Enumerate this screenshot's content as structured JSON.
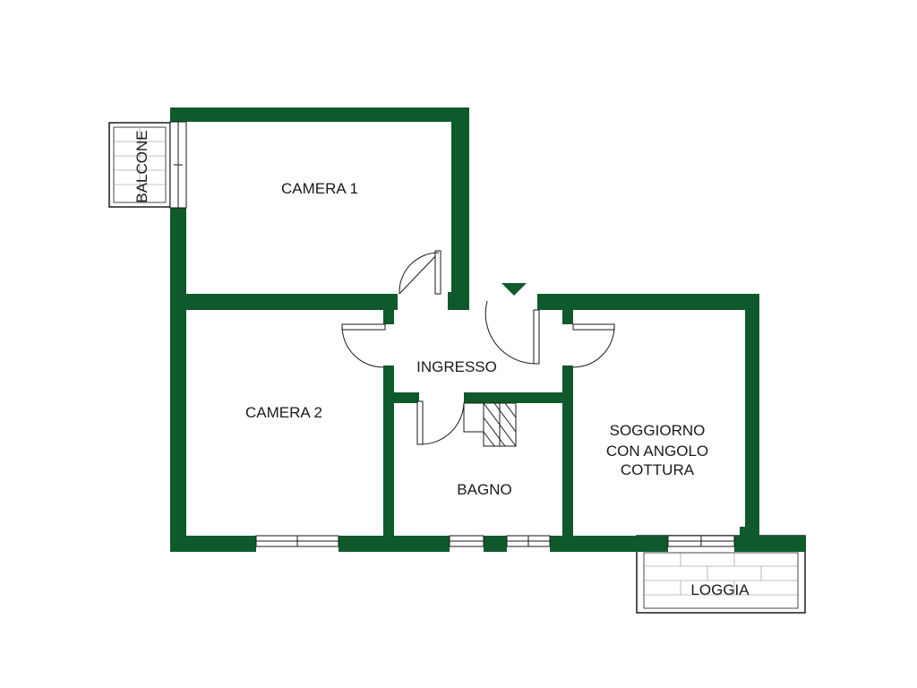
{
  "colors": {
    "wall": "#0f5a2c",
    "line": "#1a1a1a",
    "background": "#ffffff"
  },
  "rooms": {
    "camera1": "CAMERA 1",
    "camera2": "CAMERA 2",
    "ingresso": "INGRESSO",
    "bagno": "BAGNO",
    "soggiorno_line1": "SOGGIORNO",
    "soggiorno_line2": "CON ANGOLO",
    "soggiorno_line3": "COTTURA",
    "balcone": "BALCONE",
    "loggia": "LOGGIA"
  },
  "icons": {
    "entrance": "entrance-arrow-icon"
  }
}
